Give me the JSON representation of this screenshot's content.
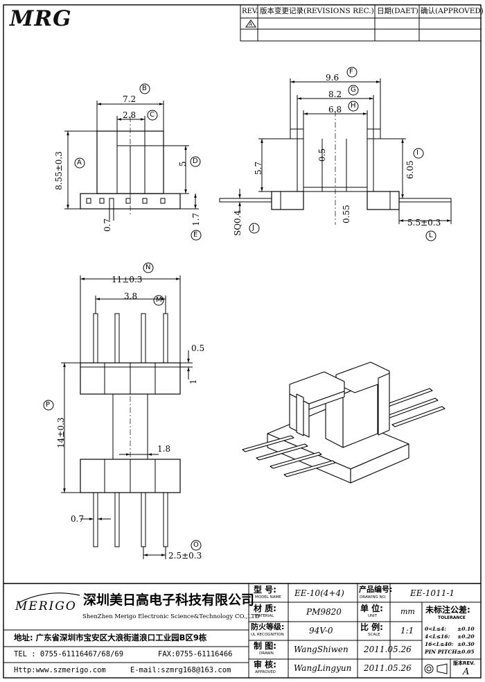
{
  "logo": {
    "text": "MRG"
  },
  "revisions": {
    "col_rev": "REV.",
    "col_record": "版本变更记录(REVISIONS REC.)",
    "col_date": "日期(DAET)",
    "col_approved": "确认(APPROVED)",
    "row1_symbol": "A"
  },
  "views": {
    "front": {
      "B": "7.2",
      "C": "2.8",
      "A": "8.55±0.3",
      "D": "5",
      "pin": "0.7",
      "E": "1.7",
      "callout_B": "B",
      "callout_C": "C",
      "callout_A": "A",
      "callout_D": "D",
      "callout_E": "E"
    },
    "side": {
      "F": "9.6",
      "G": "8.2",
      "H": "6.8",
      "slot": "0.5",
      "height": "5.7",
      "I": "6.05",
      "base": "0.55",
      "J": "SQ0.4",
      "L": "5.5±0.3",
      "callout_F": "F",
      "callout_G": "G",
      "callout_H": "H",
      "callout_I": "I",
      "callout_J": "J",
      "callout_L": "L"
    },
    "top": {
      "N": "11±0.3",
      "M": "3.8",
      "lip": "0.5",
      "flange": "1",
      "P": "14±0.3",
      "gap": "1.8",
      "pin": "0.7",
      "O": "2.5±0.3",
      "callout_N": "N",
      "callout_M": "M",
      "callout_P": "P",
      "callout_O": "O"
    }
  },
  "company": {
    "brand": "MERIGO",
    "name_cn": "深圳美日高电子科技有限公司",
    "name_en": "ShenZhen Merigo Electronic Science&Technology CO.,LTD",
    "address": "地址: 广东省深圳市宝安区大浪街道浪口工业园B区9栋",
    "tel": "TEL : 0755-61116467/68/69",
    "fax": "FAX:0755-61116466",
    "web": "Http:www.szmerigo.com",
    "email": "E-mail:szmrg168@163.com"
  },
  "title_block": {
    "model_label_cn": "型 号:",
    "model_label_en": "MODEL NAME",
    "model_value": "EE-10(4+4)",
    "drawing_no_label_cn": "产品编号:",
    "drawing_no_label_en": "DRAWING NO.",
    "drawing_no_value": "EE-1011-1",
    "material_label_cn": "材 质:",
    "material_label_en": "MATERIAL",
    "material_value": "PM9820",
    "unit_label_cn": "单 位:",
    "unit_label_en": "UNIT",
    "unit_value": "mm",
    "ul_label_cn": "防火等级:",
    "ul_label_en": "UL RECOGNITION",
    "ul_value": "94V-0",
    "scale_label_cn": "比 例:",
    "scale_label_en": "SCALE",
    "scale_value": "1:1",
    "drawn_label_cn": "制 图:",
    "drawn_label_en": "DRAWN",
    "drawn_value": "WangShiwen",
    "drawn_date": "2011.05.26",
    "approved_label_cn": "审 核:",
    "approved_label_en": "APPROVED",
    "approved_value": "WangLingyun",
    "approved_date": "2011.05.26",
    "tolerance_title_cn": "未标注公差:",
    "tolerance_title_en": "TOLERANCE",
    "tol_rows": [
      {
        "range": "0<L≤4:",
        "value": "±0.10"
      },
      {
        "range": "4<L≤16:",
        "value": "±0.20"
      },
      {
        "range": "16<L≤40:",
        "value": "±0.30"
      },
      {
        "range": "PIN PITCH:",
        "value": "±0.05"
      }
    ],
    "version_label_cn": "版本REV.",
    "version_value": "A"
  }
}
